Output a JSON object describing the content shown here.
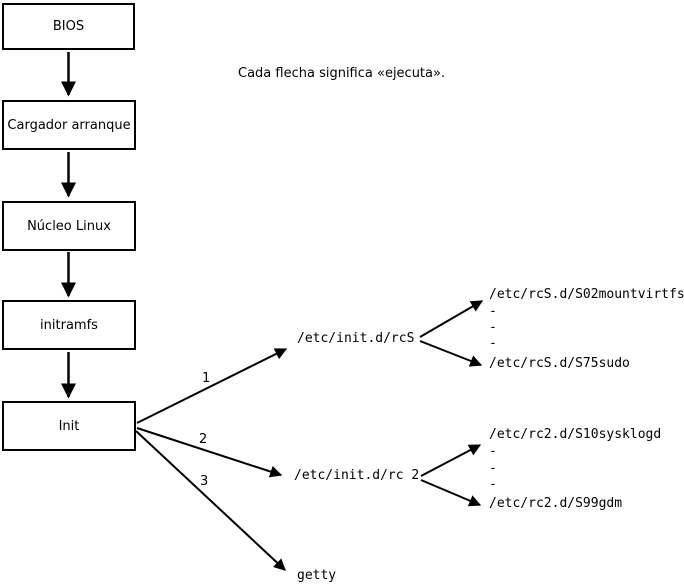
{
  "title_note": "Cada flecha significa «ejecuta».",
  "boot_chain": [
    {
      "label": "BIOS"
    },
    {
      "label": "Cargador arranque"
    },
    {
      "label": "Núcleo Linux"
    },
    {
      "label": "initramfs"
    },
    {
      "label": "Init"
    }
  ],
  "arrow_numbers": [
    "1",
    "2",
    "3"
  ],
  "init_targets": {
    "rcS": "/etc/init.d/rcS",
    "rc2": "/etc/init.d/rc 2",
    "getty": "getty"
  },
  "rcS_scripts": {
    "first": "/etc/rcS.d/S02mountvirtfs",
    "last": "/etc/rcS.d/S75sudo"
  },
  "rc2_scripts": {
    "first": "/etc/rc2.d/S10sysklogd",
    "last": "/etc/rc2.d/S99gdm"
  },
  "ellipsis_dash": "-",
  "colors": {
    "line": "#000000",
    "background": "#ffffff"
  }
}
